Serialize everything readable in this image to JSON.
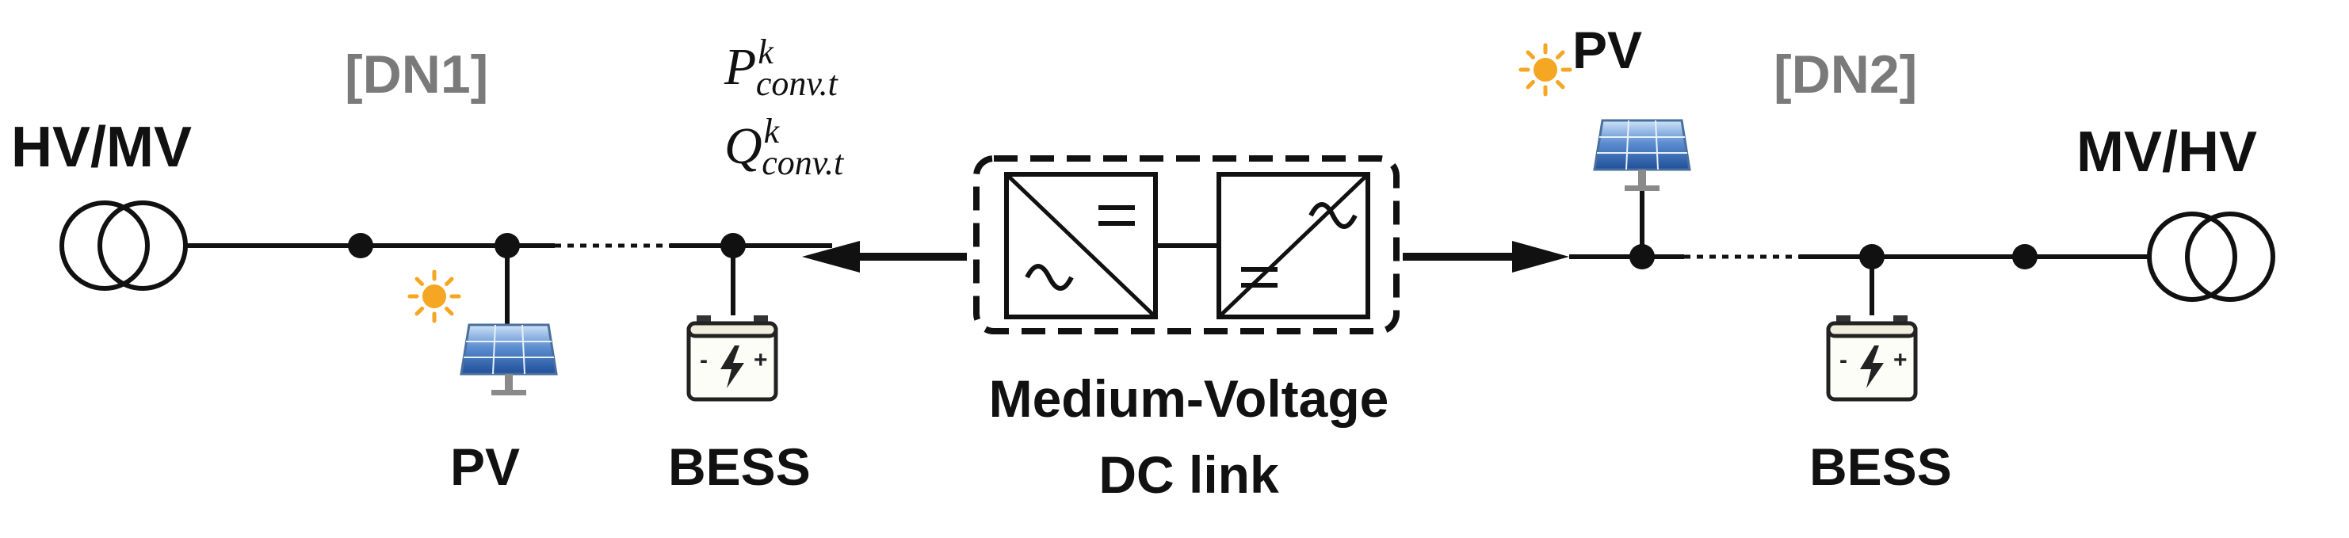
{
  "left_transformer_label": "HV/MV",
  "right_transformer_label": "MV/HV",
  "dn1_label": "[DN1]",
  "dn2_label": "[DN2]",
  "pv_left_label": "PV",
  "pv_right_label": "PV",
  "bess_left_label": "BESS",
  "bess_right_label": "BESS",
  "link_label_line1": "Medium-Voltage",
  "link_label_line2": "DC link",
  "p_conv": {
    "base": "P",
    "sup": "k",
    "sub": "conv.t"
  },
  "q_conv": {
    "base": "Q",
    "sup": "k",
    "sub": "conv.t"
  },
  "colors": {
    "line": "#111111",
    "dn_label": "#7a7a7a",
    "sun": "#f5a623",
    "panel_top": "#bcd7f2",
    "panel_bottom": "#2c5fa8"
  }
}
